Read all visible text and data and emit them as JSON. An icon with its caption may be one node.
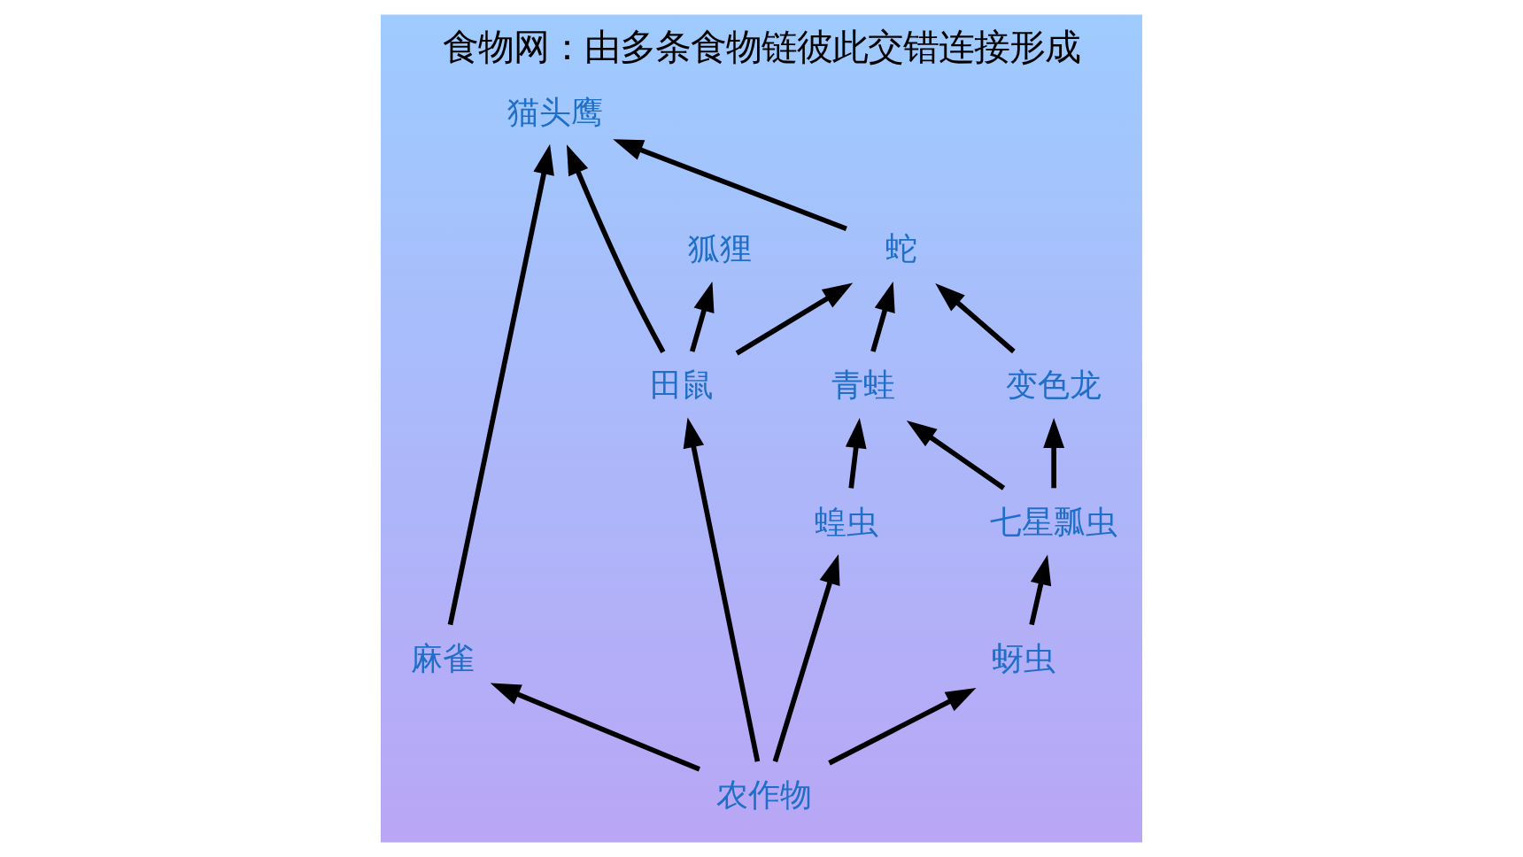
{
  "diagram": {
    "title": "食物网：由多条食物链彼此交错连接形成",
    "nodes": [
      {
        "text": [
          "猫头鹰"
        ]
      },
      {
        "text": [
          "蛇"
        ]
      },
      {
        "text": [
          "狐狸"
        ]
      },
      {
        "text": [
          "变色龙"
        ]
      },
      {
        "text": [
          "麻雀"
        ]
      },
      {
        "text": [
          "青蛙"
        ]
      },
      {
        "text": [
          "田鼠"
        ]
      },
      {
        "text": [
          "七星瓢虫"
        ]
      },
      {
        "text": [
          "蝗虫"
        ]
      },
      {
        "text": [
          "蚜虫"
        ]
      },
      {
        "text": [
          "农作物"
        ]
      }
    ],
    "edges": [
      {
        "from": 1,
        "to": 0,
        "arrow": "to"
      },
      {
        "from": 3,
        "to": 1,
        "arrow": "to"
      },
      {
        "from": 5,
        "to": 1,
        "arrow": "to"
      },
      {
        "from": 6,
        "to": 1,
        "arrow": "to"
      },
      {
        "from": 4,
        "to": 0,
        "arrow": "to"
      },
      {
        "from": 6,
        "to": 0,
        "arrow": "to"
      },
      {
        "from": 6,
        "to": 2,
        "arrow": "to"
      },
      {
        "from": 7,
        "to": 3,
        "arrow": "to"
      },
      {
        "from": 7,
        "to": 5,
        "arrow": "to"
      },
      {
        "from": 8,
        "to": 5,
        "arrow": "to"
      },
      {
        "from": 9,
        "to": 7,
        "arrow": "to"
      },
      {
        "from": 10,
        "to": 9,
        "arrow": "to"
      },
      {
        "from": 10,
        "to": 8,
        "arrow": "to"
      },
      {
        "from": 10,
        "to": 4,
        "arrow": "to"
      },
      {
        "from": 10,
        "to": 6,
        "arrow": "to"
      }
    ]
  }
}
